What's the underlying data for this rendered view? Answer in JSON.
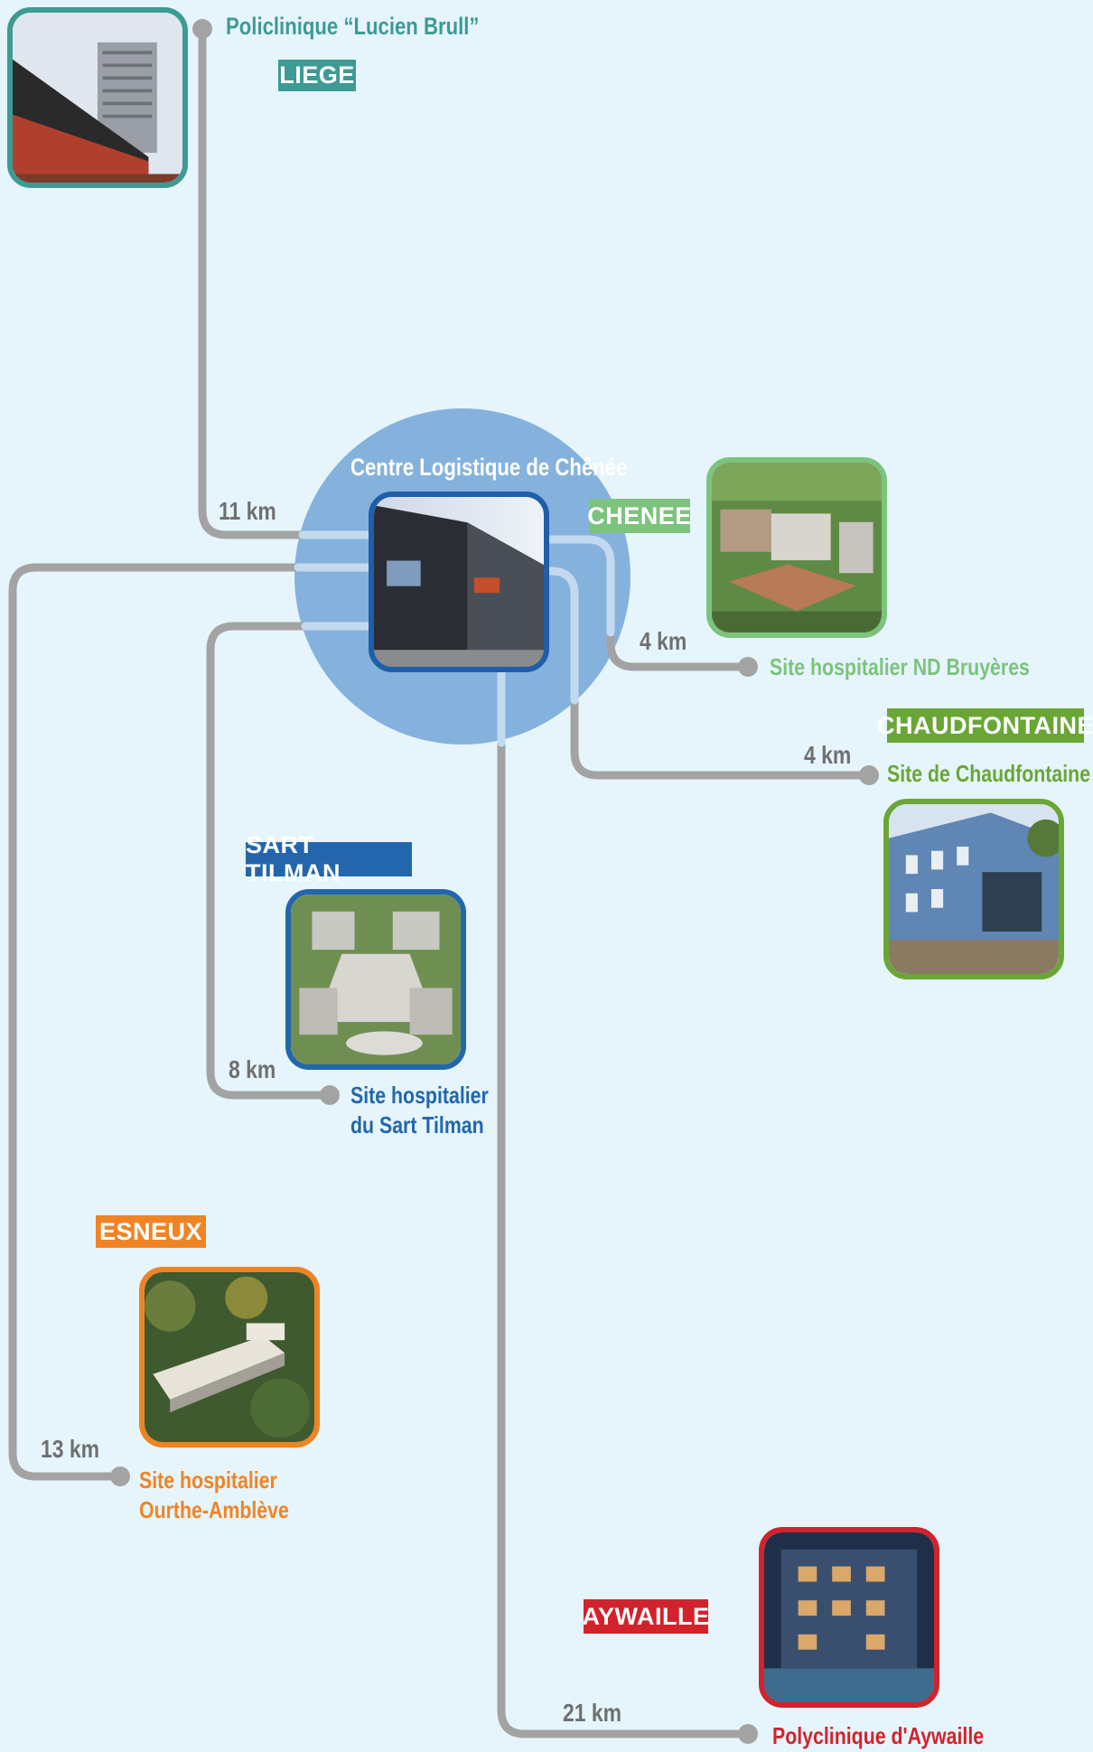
{
  "colors": {
    "background": "#e6f5fc",
    "connector": "#a3a3a4",
    "hub_circle": "#85b2dd",
    "liege": "#3d9a95",
    "chenee": "#7cc37d",
    "chaudfontaine": "#6aa636",
    "sart_tilman": "#2366ad",
    "esneux": "#f08424",
    "aywaille": "#d2232c",
    "hub_photo_border": "#1f5ea8"
  },
  "hub": {
    "title": "Centre Logistique de Chênée",
    "photo_icon": "warehouse-building-photo"
  },
  "sites": {
    "liege": {
      "badge": "LIEGE",
      "name": "Policlinique “Lucien Brull”",
      "distance": "11 km",
      "photo_icon": "tower-building-photo"
    },
    "chenee": {
      "badge": "CHENEE",
      "name": "Site hospitalier ND Bruyères",
      "distance": "4 km",
      "photo_icon": "hospital-aerial-photo"
    },
    "chaudfontaine": {
      "badge": "CHAUDFONTAINE",
      "name": "Site de Chaudfontaine",
      "distance": "4 km",
      "photo_icon": "modern-building-photo"
    },
    "sart_tilman": {
      "badge": "SART TILMAN",
      "name_line1": "Site hospitalier",
      "name_line2": "du Sart Tilman",
      "distance": "8 km",
      "photo_icon": "hospital-complex-photo"
    },
    "esneux": {
      "badge": "ESNEUX",
      "name_line1": "Site hospitalier",
      "name_line2": "Ourthe-Amblève",
      "distance": "13 km",
      "photo_icon": "forest-hospital-photo"
    },
    "aywaille": {
      "badge": "AYWAILLE",
      "name": "Polyclinique d'Aywaille",
      "distance": "21 km",
      "photo_icon": "apartment-building-photo"
    }
  }
}
